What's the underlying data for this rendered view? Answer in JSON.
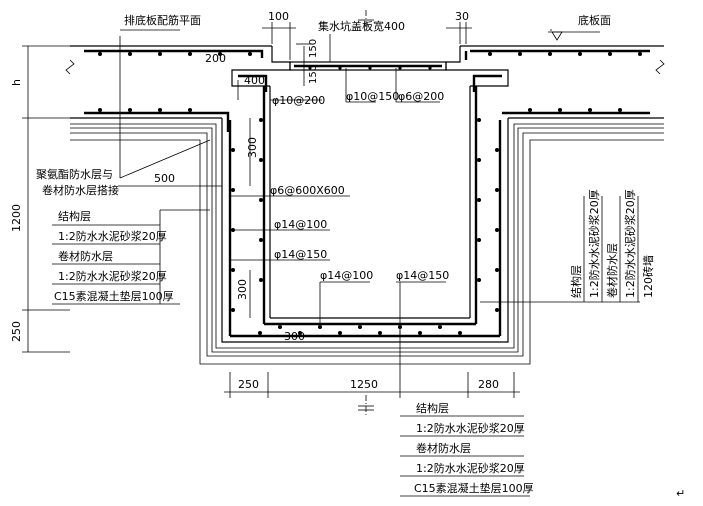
{
  "labels": {
    "top_left_title": "排底板配筋平面",
    "top_center_title": "集水坑盖板宽400",
    "top_right_title": "底板面",
    "dim_100": "100",
    "dim_30": "30",
    "dim_150_a": "150",
    "dim_150_b": "150",
    "dim_200": "200",
    "dim_400": "400",
    "rebar_phi10_200": "φ10@200",
    "rebar_phi10_150": "φ10@150",
    "rebar_phi6_200": "φ6@200",
    "dim_300_upper": "300",
    "rebar_phi6_600": "φ6@600X600",
    "rebar_phi14_100_a": "φ14@100",
    "rebar_phi14_150_a": "φ14@150",
    "rebar_phi14_100_b": "φ14@100",
    "rebar_phi14_150_b": "φ14@150",
    "dim_300_lower": "300",
    "dim_300_bottom": "300",
    "dim_500": "500",
    "dim_h": "h",
    "dim_1200": "1200",
    "dim_250_left": "250",
    "dim_250_bottom": "250",
    "dim_1250": "1250",
    "dim_280": "280",
    "joint_note_line1": "聚氨酯防水层与",
    "joint_note_line2": "卷材防水层搭接",
    "end_mark": "↵"
  },
  "left_layers": [
    "结构层",
    "1:2防水水泥砂浆20厚",
    "卷材防水层",
    "1:2防水水泥砂浆20厚",
    "C15素混凝土垫层100厚"
  ],
  "bottom_layers": [
    "结构层",
    "1:2防水水泥砂浆20厚",
    "卷材防水层",
    "1:2防水水泥砂浆20厚",
    "C15素混凝土垫层100厚"
  ],
  "right_layers": [
    "结构层",
    "1:2防水水泥砂浆20厚",
    "卷材防水层",
    "1:2防水水泥砂浆20厚",
    "120砖墙"
  ]
}
